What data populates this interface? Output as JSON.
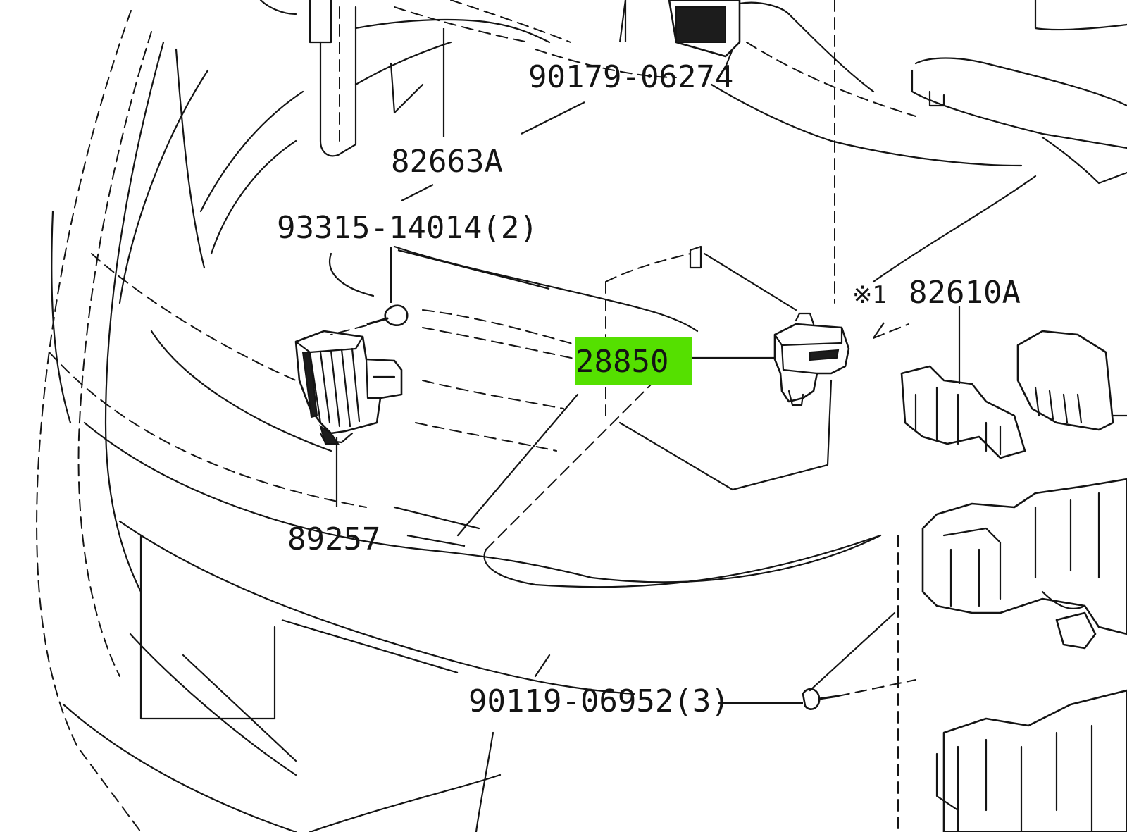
{
  "labels": {
    "p90179": "90179-06274",
    "p82663a": "82663A",
    "p93315": "93315-14014(2)",
    "p28850": "28850",
    "p82610a": "82610A",
    "p82610a_mark": "※1",
    "p89257": "89257",
    "p90119": "90119-06952(3)"
  },
  "colors": {
    "highlight": "#55e000",
    "line": "#141414",
    "background": "#ffffff"
  }
}
